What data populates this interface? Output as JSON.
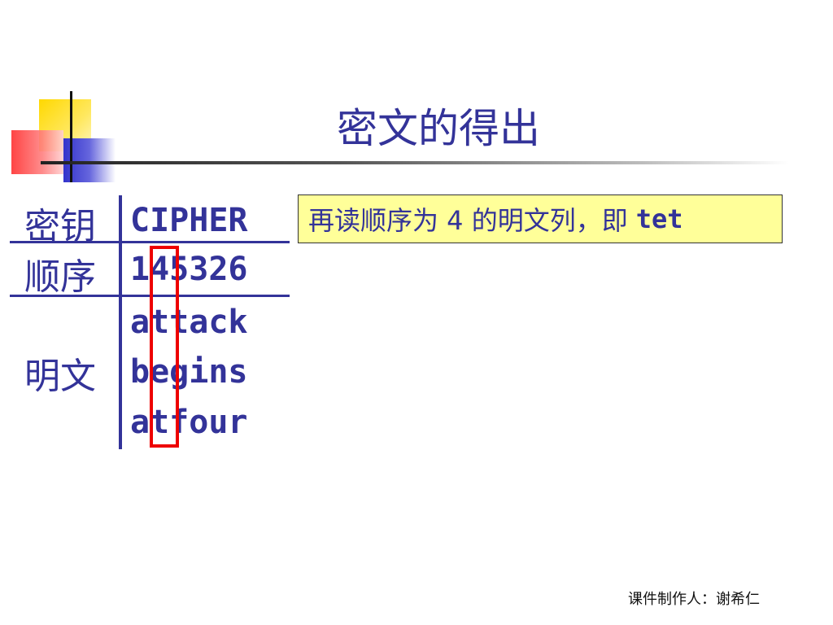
{
  "slide": {
    "title": "密文的得出",
    "footer": "课件制作人：谢希仁"
  },
  "table": {
    "key_label": "密钥",
    "key_value": "CIPHER",
    "order_label": "顺序",
    "order_value": "145326",
    "plaintext_label": "明文",
    "plaintext_rows": [
      "attack",
      "begins",
      "atfour"
    ]
  },
  "note": {
    "text": "再读顺序为 4 的明文列，即",
    "keyword": "tet"
  },
  "colors": {
    "text": "#333399",
    "highlight_box": "#ee0000",
    "note_background": "#ffff99"
  }
}
